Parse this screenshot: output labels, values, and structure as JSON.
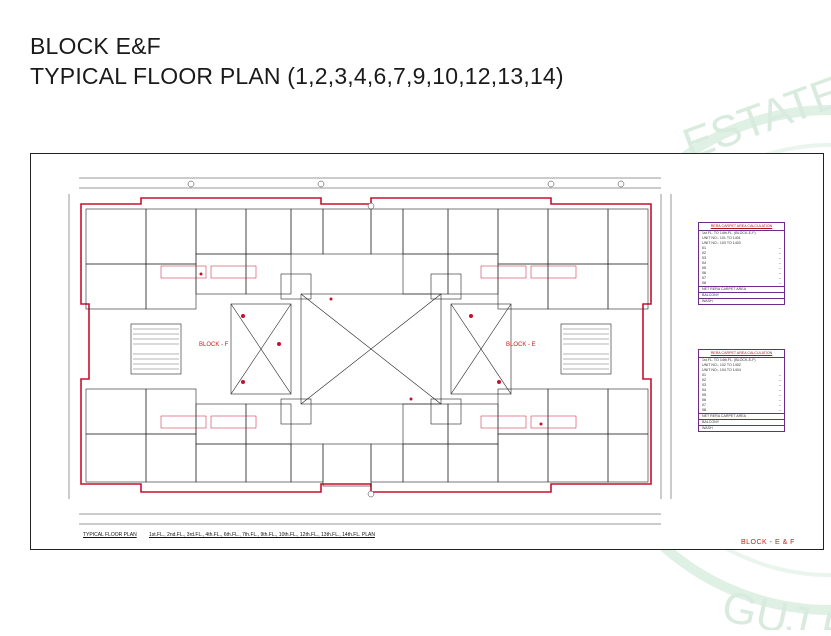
{
  "title": {
    "line1": "BLOCK E&F",
    "line2": "TYPICAL FLOOR PLAN (1,2,3,4,6,7,9,10,12,13,14)"
  },
  "watermark": {
    "text": "ESTATE R",
    "text_bottom": "GUJ R"
  },
  "drawing": {
    "footer_label": "TYPICAL FLOOR PLAN",
    "footer_levels": "1st.FL., 2nd.FL., 3rd.FL., 4th.FL., 6th.FL., 7th.FL., 9th.FL., 10th.FL., 12th.FL., 13th.FL., 14th.FL. PLAN",
    "block_tag": "BLOCK - E & F",
    "block_f_label": "BLOCK - F",
    "block_e_label": "BLOCK - E"
  },
  "tables": [
    {
      "title": "RERA CARPET AREA CALCULATION",
      "subtitle": "1st.FL. TO 14th.FL. (BLOCK-E-F)",
      "units": "UNIT NO:- 101 TO 1401",
      "sub_units": "UNIT NO:- 103 TO 1403",
      "rows": [
        "01",
        "02",
        "03",
        "04",
        "05",
        "06",
        "07",
        "08"
      ],
      "net_label": "NET RERA CARPET AREA",
      "balcony_label": "BALCONY",
      "wash_label": "WASH"
    },
    {
      "title": "RERA CARPET AREA CALCULATION",
      "subtitle": "1st.FL. TO 14th.FL. (BLOCK-E-F)",
      "units": "UNIT NO:- 102 TO 1402",
      "sub_units": "UNIT NO:- 104 TO 1404",
      "rows": [
        "01",
        "02",
        "03",
        "04",
        "05",
        "06",
        "07",
        "08"
      ],
      "net_label": "NET RERA CARPET AREA",
      "balcony_label": "BALCONY",
      "wash_label": "WASH"
    }
  ],
  "colors": {
    "wall_red": "#c8102e",
    "accent_purple": "#6a2c8e",
    "watermark_green": "#cfe9d6",
    "line_dark": "#222222"
  }
}
